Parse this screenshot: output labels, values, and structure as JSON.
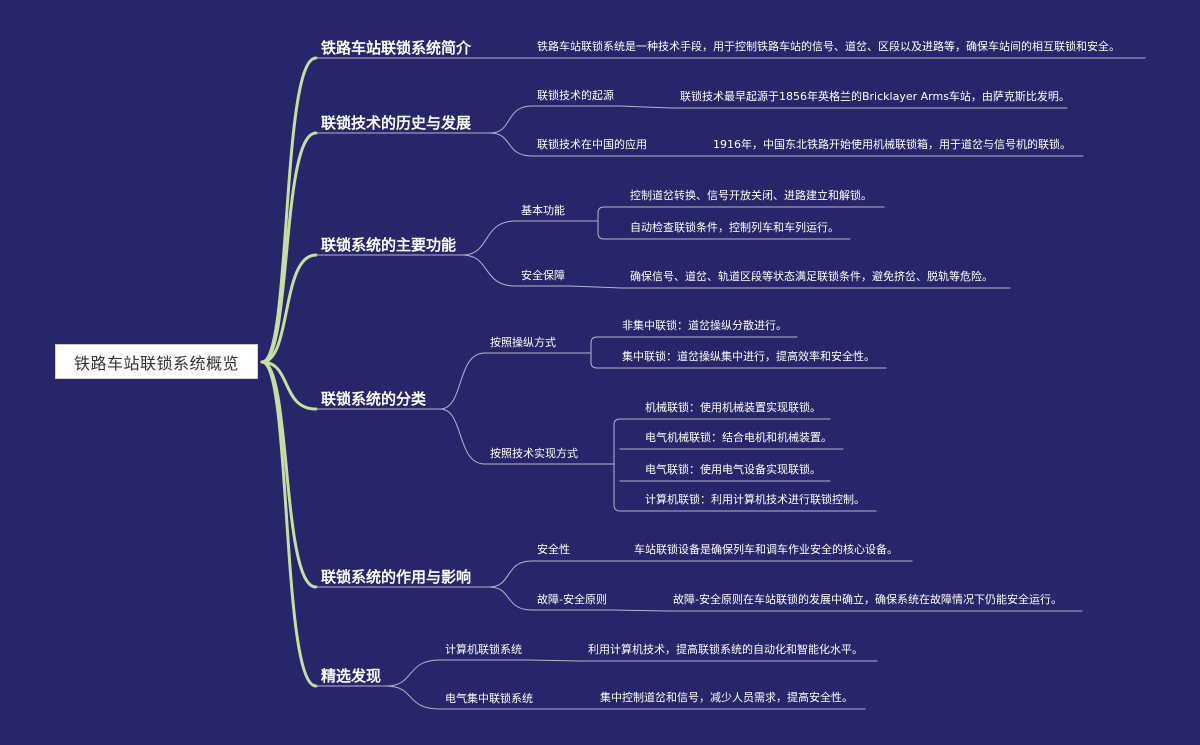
{
  "mindmap": {
    "root": "铁路车站联锁系统概览",
    "branches": [
      {
        "title": "铁路车站联锁系统简介",
        "leaves": [
          "铁路车站联锁系统是一种技术手段，用于控制铁路车站的信号、道岔、区段以及进路等，确保车站间的相互联锁和安全。"
        ]
      },
      {
        "title": "联锁技术的历史与发展",
        "children": [
          {
            "label": "联锁技术的起源",
            "leaves": [
              "联锁技术最早起源于1856年英格兰的Bricklayer Arms车站，由萨克斯比发明。"
            ]
          },
          {
            "label": "联锁技术在中国的应用",
            "leaves": [
              "1916年，中国东北铁路开始使用机械联锁箱，用于道岔与信号机的联锁。"
            ]
          }
        ]
      },
      {
        "title": "联锁系统的主要功能",
        "children": [
          {
            "label": "基本功能",
            "leaves": [
              "控制道岔转换、信号开放关闭、进路建立和解锁。",
              "自动检查联锁条件，控制列车和车列运行。"
            ]
          },
          {
            "label": "安全保障",
            "leaves": [
              "确保信号、道岔、轨道区段等状态满足联锁条件，避免挤岔、脱轨等危险。"
            ]
          }
        ]
      },
      {
        "title": "联锁系统的分类",
        "children": [
          {
            "label": "按照操纵方式",
            "leaves": [
              "非集中联锁：道岔操纵分散进行。",
              "集中联锁：道岔操纵集中进行，提高效率和安全性。"
            ]
          },
          {
            "label": "按照技术实现方式",
            "leaves": [
              "机械联锁：使用机械装置实现联锁。",
              "电气机械联锁：结合电机和机械装置。",
              "电气联锁：使用电气设备实现联锁。",
              "计算机联锁：利用计算机技术进行联锁控制。"
            ]
          }
        ]
      },
      {
        "title": "联锁系统的作用与影响",
        "children": [
          {
            "label": "安全性",
            "leaves": [
              "车站联锁设备是确保列车和调车作业安全的核心设备。"
            ]
          },
          {
            "label": "故障-安全原则",
            "leaves": [
              "故障-安全原则在车站联锁的发展中确立，确保系统在故障情况下仍能安全运行。"
            ]
          }
        ]
      },
      {
        "title": "精选发现",
        "children": [
          {
            "label": "计算机联锁系统",
            "leaves": [
              "利用计算机技术，提高联锁系统的自动化和智能化水平。"
            ]
          },
          {
            "label": "电气集中联锁系统",
            "leaves": [
              "集中控制道岔和信号，减少人员需求，提高安全性。"
            ]
          }
        ]
      }
    ]
  },
  "colors": {
    "background": "#27266b",
    "main_branch": "#c5dfa0",
    "sub_line": "#b5b6cc",
    "text": "#ffffff",
    "root_fill": "#ffffff",
    "root_text": "#333333"
  }
}
